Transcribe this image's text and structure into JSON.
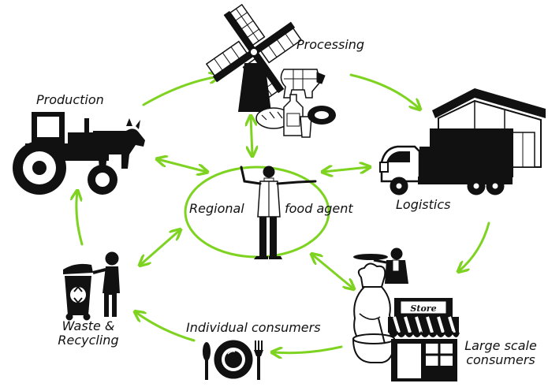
{
  "nodes": {
    "production": {
      "label": "Production",
      "icon": "tractor-with-cow-icon"
    },
    "processing": {
      "label": "Processing",
      "icon": "windmill-and-food-products-icon"
    },
    "logistics": {
      "label": "Logistics",
      "icon": "truck-and-warehouse-icon"
    },
    "large_scale": {
      "label_line1": "Large scale",
      "label_line2": "consumers",
      "icon": "chef-waiter-store-icon"
    },
    "individual": {
      "label": "Individual consumers",
      "icon": "plate-fork-knife-icon"
    },
    "waste": {
      "label_line1": "Waste &",
      "label_line2": "Recycling",
      "icon": "recycling-bin-person-icon"
    },
    "agent": {
      "label_left": "Regional",
      "label_right": "food agent",
      "icon": "person-pointing-icon"
    }
  },
  "colors": {
    "arrow": "#7ed321",
    "icon": "#111111",
    "text": "#111111"
  }
}
